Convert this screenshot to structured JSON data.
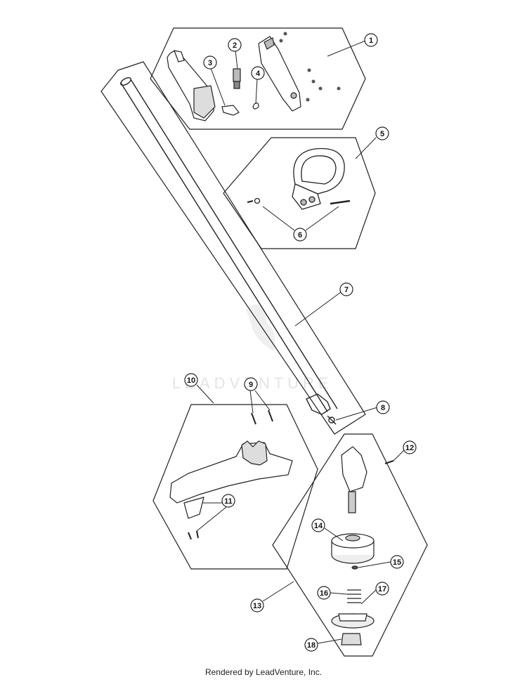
{
  "watermark": "LEADVENTURE",
  "footer": "Rendered by LeadVenture, Inc.",
  "callouts": [
    {
      "id": "1",
      "label": "1"
    },
    {
      "id": "2",
      "label": "2"
    },
    {
      "id": "3",
      "label": "3"
    },
    {
      "id": "4",
      "label": "4"
    },
    {
      "id": "5",
      "label": "5"
    },
    {
      "id": "6",
      "label": "6"
    },
    {
      "id": "7",
      "label": "7"
    },
    {
      "id": "8",
      "label": "8"
    },
    {
      "id": "9",
      "label": "9"
    },
    {
      "id": "10",
      "label": "10"
    },
    {
      "id": "11",
      "label": "11"
    },
    {
      "id": "12",
      "label": "12"
    },
    {
      "id": "13",
      "label": "13"
    },
    {
      "id": "14",
      "label": "14"
    },
    {
      "id": "15",
      "label": "15"
    },
    {
      "id": "16",
      "label": "16"
    },
    {
      "id": "17",
      "label": "17"
    },
    {
      "id": "18",
      "label": "18"
    }
  ]
}
